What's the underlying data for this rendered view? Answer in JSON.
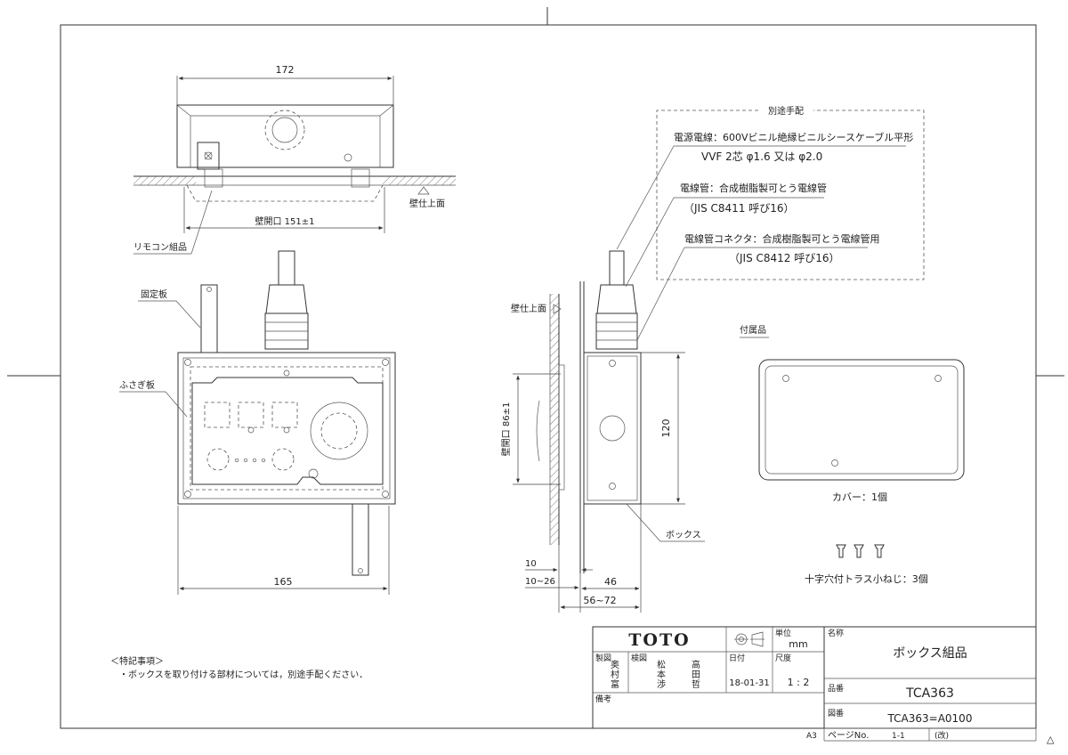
{
  "top_view": {
    "width_dim": "172",
    "wall_finish": "壁仕上面",
    "wall_opening": "壁開口  151±1",
    "remote_assembly": "リモコン組品"
  },
  "front_view": {
    "fixing_plate": "固定板",
    "lid_plate": "ふさぎ板",
    "width_dim": "165"
  },
  "side_view": {
    "wall_finish": "壁仕上面",
    "wall_opening": "壁開口 86±1",
    "height_dim": "120",
    "box_label": "ボックス",
    "dim_10": "10",
    "dim_10_26": "10~26",
    "dim_46": "46",
    "dim_56_72": "56~72"
  },
  "separate": {
    "title": "別途手配",
    "line1": "電源電線：600Vビニル絶縁ビニルシースケーブル平形",
    "line2": "VVF 2芯 φ1.6 又は φ2.0",
    "line3": "電線管：合成樹脂製可とう電線管",
    "line4": "（JIS C8411 呼び16）",
    "line5": "電線管コネクタ：合成樹脂製可とう電線管用",
    "line6": "（JIS C8412 呼び16）"
  },
  "accessories": {
    "title": "付属品",
    "cover": "カバー：1個",
    "screws": "十字穴付トラス小ねじ：3個"
  },
  "notes": {
    "title": "＜特記事項＞",
    "line1": "・ボックスを取り付ける部材については，別途手配ください．"
  },
  "title_block": {
    "logo": "TOTO",
    "unit_label": "単位",
    "unit_value": "mm",
    "name_label": "名称",
    "name_value": "ボックス組品",
    "drawn_label": "製図",
    "drawn_by_1": "奥",
    "drawn_by_2": "村",
    "drawn_by_3": "富",
    "checked_label": "検図",
    "checked_col1_a": "松",
    "checked_col1_b": "本",
    "checked_col1_c": "渉",
    "checked_col2_a": "高",
    "checked_col2_b": "田",
    "checked_col2_c": "哲",
    "date_label": "日付",
    "date_value": "18-01-31",
    "scale_label": "尺度",
    "scale_value": "1 : 2",
    "part_label": "品番",
    "part_value": "TCA363",
    "drawing_label": "図番",
    "drawing_value": "TCA363=A0100",
    "remarks_label": "備考",
    "sheet_size": "A3",
    "page_label": "ページNo.",
    "page_value": "1-1",
    "revision_label": "(改)"
  },
  "corner_mark": "△"
}
